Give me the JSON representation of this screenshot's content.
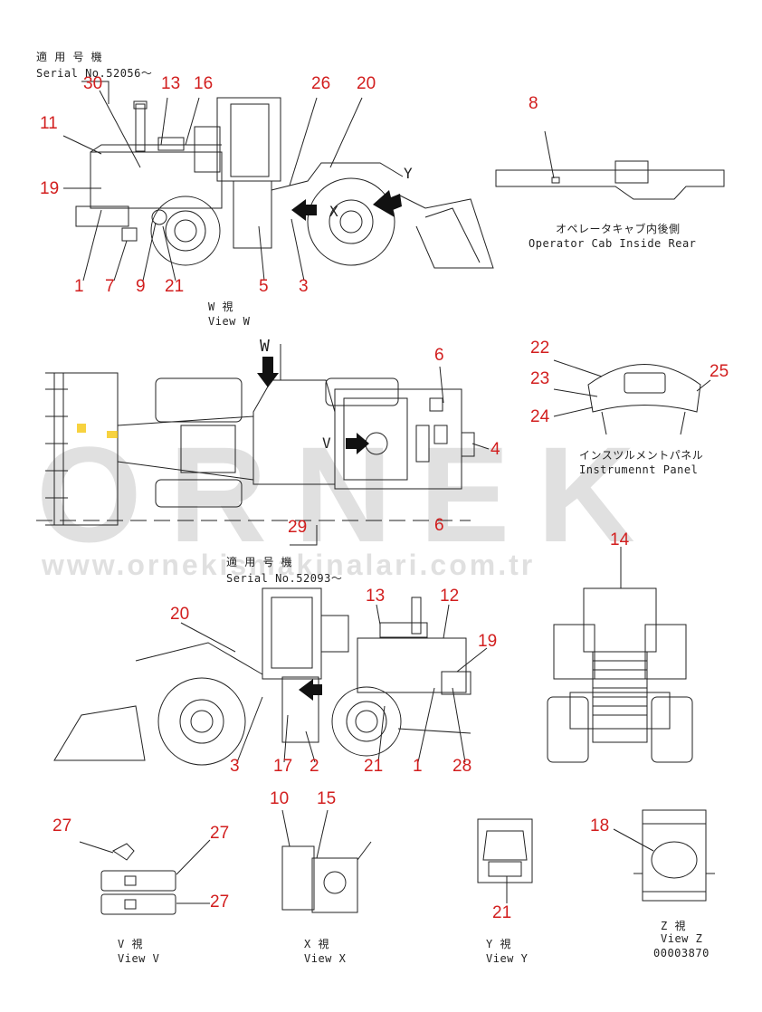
{
  "colors": {
    "line": "#222222",
    "callout": "#d21e1e",
    "watermark": "#c8c8c8",
    "highlight": "#f5c400"
  },
  "icons": [
    "arrow-left-icon",
    "arrow-right-icon",
    "arrow-down-icon"
  ],
  "captions": {
    "serial_top_jp": "適 用 号 機",
    "serial_top": "Serial No.52056～",
    "view_w_jp": "W   視",
    "view_w": "View W",
    "cab_jp": "オペレータキャブ内後側",
    "cab": "Operator Cab Inside Rear",
    "panel_jp": "インスツルメントパネル",
    "panel": "Instrumennt Panel",
    "serial_mid_jp": "適 用 号 機",
    "serial_mid": "Serial No.52093～",
    "view_v_jp": "V   視",
    "view_v": "View V",
    "view_x_jp": "X   視",
    "view_x": "View X",
    "view_y_jp": "Y   視",
    "view_y": "View Y",
    "view_z_jp": "Z   視",
    "view_z": "View Z",
    "doc_no": "00003870",
    "letter_w": "W",
    "letter_x": "X",
    "letter_y": "Y",
    "letter_v": "V"
  },
  "callouts": {
    "c30": "30",
    "c13a": "13",
    "c16": "16",
    "c26": "26",
    "c20a": "20",
    "c11": "11",
    "c19a": "19",
    "c1a": "1",
    "c7": "7",
    "c9": "9",
    "c21a": "21",
    "c5": "5",
    "c3a": "3",
    "c8": "8",
    "c6a": "6",
    "c4": "4",
    "c6b": "6",
    "c22": "22",
    "c23": "23",
    "c24": "24",
    "c25": "25",
    "c29": "29",
    "c14": "14",
    "c20b": "20",
    "c13b": "13",
    "c12": "12",
    "c19b": "19",
    "c3b": "3",
    "c17": "17",
    "c2": "2",
    "c21b": "21",
    "c1b": "1",
    "c28": "28",
    "c10": "10",
    "c15": "15",
    "c27a": "27",
    "c27b": "27",
    "c27c": "27",
    "c21c": "21",
    "c18": "18"
  },
  "watermark": {
    "brand": "ORNEK",
    "url": "www.ornekismakinalari.com.tr"
  }
}
